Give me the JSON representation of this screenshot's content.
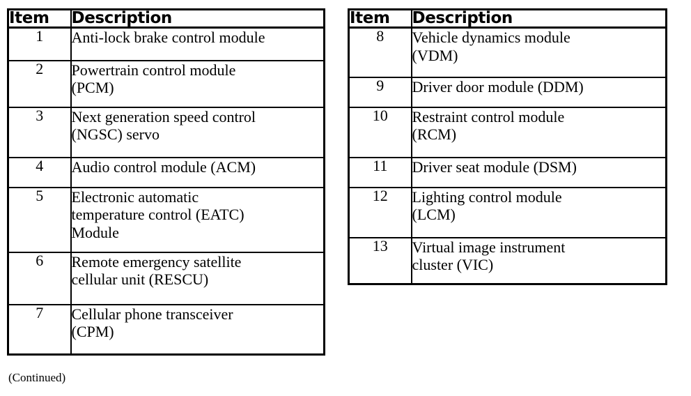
{
  "document": {
    "background_color": "#ffffff",
    "text_color": "#000000",
    "footnote": "(Continued)"
  },
  "tables": [
    {
      "id": "left",
      "columns": [
        "Item",
        "Description"
      ],
      "rows": [
        {
          "item": "1",
          "lines": [
            "Anti-lock brake control module"
          ]
        },
        {
          "item": "2",
          "lines": [
            "Powertrain control module",
            "(PCM)"
          ]
        },
        {
          "item": "3",
          "lines": [
            "Next generation speed control",
            "(NGSC) servo"
          ]
        },
        {
          "item": "4",
          "lines": [
            "Audio control module (ACM)"
          ]
        },
        {
          "item": "5",
          "lines": [
            "Electronic automatic",
            "temperature control (EATC)",
            "Module"
          ]
        },
        {
          "item": "6",
          "lines": [
            "Remote emergency satellite",
            "cellular unit (RESCU)"
          ]
        },
        {
          "item": "7",
          "lines": [
            "Cellular phone transceiver",
            "(CPM)"
          ]
        }
      ]
    },
    {
      "id": "right",
      "columns": [
        "Item",
        "Description"
      ],
      "rows": [
        {
          "item": "8",
          "lines": [
            "Vehicle dynamics module",
            "(VDM)"
          ]
        },
        {
          "item": "9",
          "lines": [
            "Driver door module (DDM)"
          ]
        },
        {
          "item": "10",
          "lines": [
            "Restraint control module",
            "(RCM)"
          ]
        },
        {
          "item": "11",
          "lines": [
            "Driver seat module (DSM)"
          ]
        },
        {
          "item": "12",
          "lines": [
            "Lighting control module",
            "(LCM)"
          ]
        },
        {
          "item": "13",
          "lines": [
            "Virtual image instrument",
            "cluster (VIC)"
          ]
        }
      ]
    }
  ]
}
